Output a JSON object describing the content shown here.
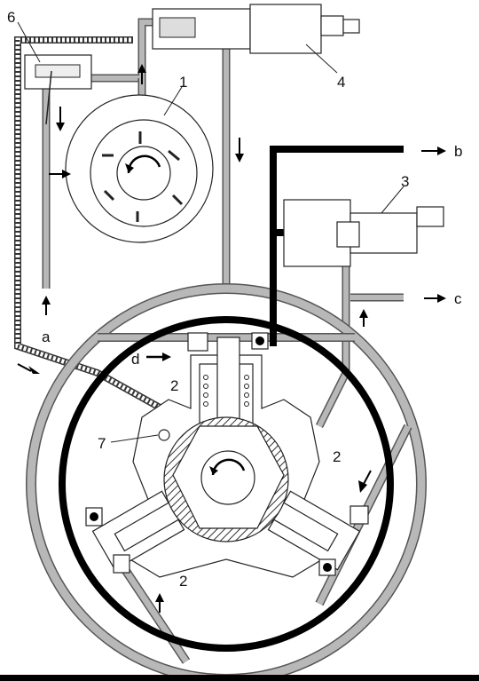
{
  "labels": {
    "l1": "1",
    "l2a": "2",
    "l2b": "2",
    "l2c": "2",
    "l3": "3",
    "l4": "4",
    "l6": "6",
    "l7": "7",
    "la": "a",
    "lb": "b",
    "lc": "c",
    "ld": "d"
  },
  "colors": {
    "low_pressure_pipe": "#b8b8b8",
    "high_pressure_pipe": "#000000",
    "outline": "#222222"
  }
}
